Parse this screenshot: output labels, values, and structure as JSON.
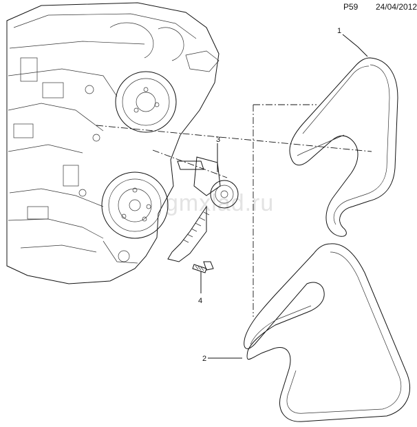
{
  "header": {
    "code": "P59",
    "date": "24/04/2012"
  },
  "watermark": "gmxlad.ru",
  "callouts": [
    {
      "id": "1",
      "label": "1"
    },
    {
      "id": "2",
      "label": "2"
    },
    {
      "id": "3",
      "label": "3"
    },
    {
      "id": "4",
      "label": "4"
    }
  ],
  "icons": {
    "engine": "engine-block-drawing",
    "tensioner": "belt-tensioner-drawing",
    "bolt": "bolt-drawing",
    "belt_1": "serpentine-belt-drawing",
    "belt_2": "serpentine-belt-drawing"
  }
}
